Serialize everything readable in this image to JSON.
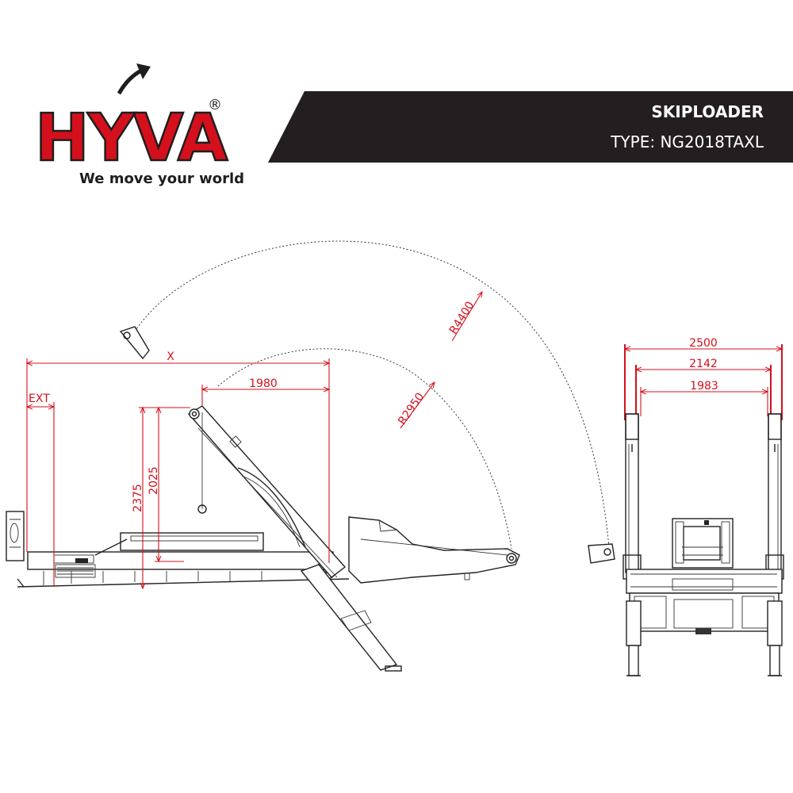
{
  "brand": {
    "logo_text": "HYVA",
    "registered_mark": "®",
    "tagline": "We move your world",
    "colors": {
      "brand_red": "#d4101c",
      "dark": "#1e1e1e",
      "banner": "#231f20"
    }
  },
  "banner": {
    "title": "SKIPLOADER",
    "type_line": "TYPE: NG2018TAXL"
  },
  "side_view": {
    "dimensions": {
      "x": "X",
      "ext": "EXT",
      "d1980": "1980",
      "d2375": "2375",
      "d2025": "2025",
      "r2950": "R2950",
      "r4400": "R4400"
    }
  },
  "rear_view": {
    "dimensions": {
      "d2500": "2500",
      "d2142": "2142",
      "d1983": "1983"
    }
  }
}
